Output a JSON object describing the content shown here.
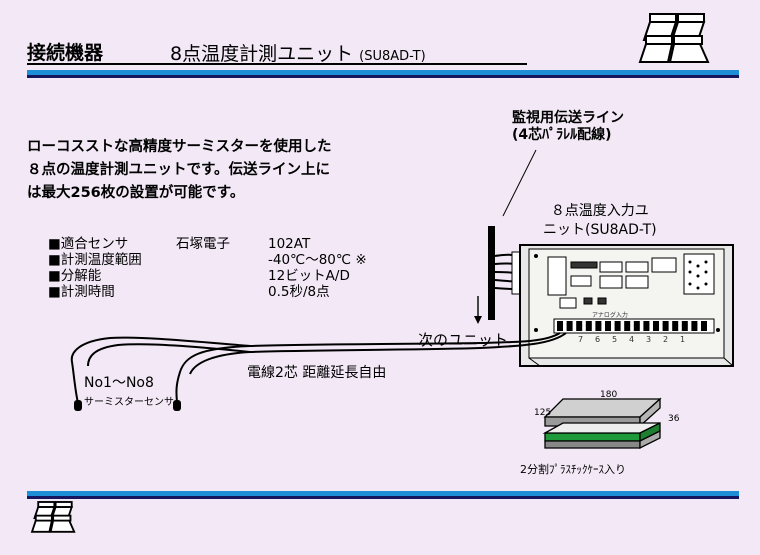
{
  "header": {
    "category": "接続機器",
    "title": "8点温度計測ユニット",
    "model": "(SU8AD-T)"
  },
  "description": [
    "ローコスストな高精度サーミスターを使用した",
    "８点の温度計測ユニットです。伝送ライン上に",
    "は最大256枚の設置が可能です。"
  ],
  "specs": {
    "labels": [
      "■適合センサ",
      "■計測温度範囲",
      "■分解能",
      "■計測時間"
    ],
    "maker": "石塚電子",
    "values": [
      "102AT",
      "-40℃～80℃ ※",
      "12ビットA/D",
      "0.5秒/8点"
    ]
  },
  "diagram": {
    "line_label": [
      "監視用伝送ライン",
      "(4芯ﾊﾟﾗﾚﾙ配線)"
    ],
    "unit_label": [
      "８点温度入力ユ",
      "ニット(SU8AD-T)"
    ],
    "next_unit": "次のユニット",
    "wire_label": "電線2芯 距離延長自由",
    "sensor_label": "No1～No8",
    "sensor_sub": "サーミスターセンサ",
    "board_text": "アナログ入力",
    "terminal_numbers": [
      "7",
      "6",
      "5",
      "4",
      "3",
      "2",
      "1"
    ]
  },
  "case_info": {
    "dim_width": "180",
    "dim_depth": "125",
    "dim_height": "36",
    "label": "2分割ﾌﾟﾗｽﾁｯｸｹｰｽ入り"
  },
  "colors": {
    "background": "#f2e8f6",
    "rule_blue": "#1e8fd6",
    "rule_navy": "#15165e",
    "board": "#f4f4f0",
    "pcb_green": "#1f9a3a"
  },
  "icons": {
    "logo_top": "four-square-logo",
    "logo_bottom": "four-square-logo"
  }
}
